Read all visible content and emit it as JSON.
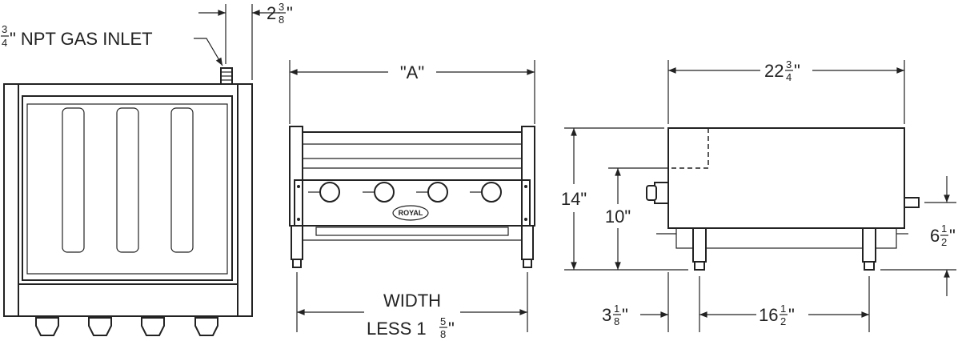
{
  "top_view": {
    "gas_inlet": {
      "num": "3",
      "den": "4",
      "text": "\" NPT GAS INLET"
    },
    "inlet_offset": {
      "whole": "2",
      "num": "3",
      "den": "8",
      "unit": "\""
    }
  },
  "front_view": {
    "overall_label": "\"A\"",
    "brand": "ROYAL",
    "width_line1": "WIDTH",
    "width_line2_prefix": "LESS 1",
    "width_num": "5",
    "width_den": "8",
    "width_unit": "\""
  },
  "side_view": {
    "depth": {
      "whole": "22",
      "num": "3",
      "den": "4",
      "unit": "\""
    },
    "height": "14\"",
    "knob_height": "10\"",
    "inlet_height": {
      "whole": "6",
      "num": "1",
      "den": "2",
      "unit": "\""
    },
    "leg_offset": {
      "whole": "3",
      "num": "1",
      "den": "8",
      "unit": "\""
    },
    "leg_spacing": {
      "whole": "16",
      "num": "1",
      "den": "2",
      "unit": "\""
    }
  }
}
